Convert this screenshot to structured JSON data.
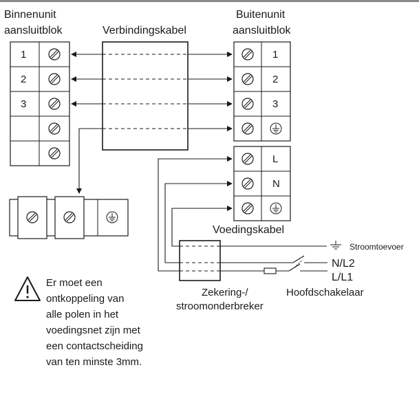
{
  "labels": {
    "indoor_title_1": "Binnenunit",
    "indoor_title_2": "aansluitblok",
    "cable_title": "Verbindingskabel",
    "outdoor_title_1": "Buitenunit",
    "outdoor_title_2": "aansluitblok",
    "power_cable": "Voedingskabel",
    "supply": "Stroomtoevoer",
    "nl2": "N/L2",
    "ll1": "L/L1",
    "main_switch": "Hoofdschakelaar",
    "fuse_1": "Zekering-/",
    "fuse_2": "stroomonderbreker"
  },
  "indoor_terminals": [
    "1",
    "2",
    "3",
    "",
    ""
  ],
  "outdoor_terminals": [
    "1",
    "2",
    "3"
  ],
  "power_terminals": [
    "L",
    "N"
  ],
  "warning": {
    "lines": [
      "Er moet een",
      "ontkoppeling van",
      "alle polen in het",
      "voedingsnet zijn met",
      "een contactscheiding",
      "van ten minste 3mm."
    ]
  }
}
